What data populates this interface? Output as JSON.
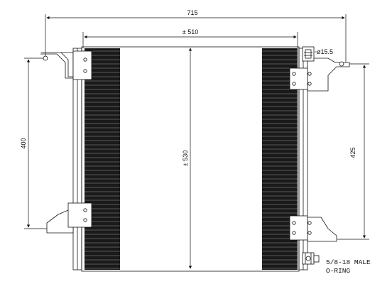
{
  "dimensions": {
    "overall_width": "715",
    "core_width": "± 510",
    "core_height": "± 530",
    "left_mount_spacing": "400",
    "right_mount_spacing": "425",
    "hole_diameter": "ø15.5"
  },
  "fitting_note": {
    "line1": "5/8-18 MALE",
    "line2": "O-RING"
  },
  "colors": {
    "line": "#111111",
    "fin_fill": "#1a1a1a",
    "background": "#ffffff"
  }
}
